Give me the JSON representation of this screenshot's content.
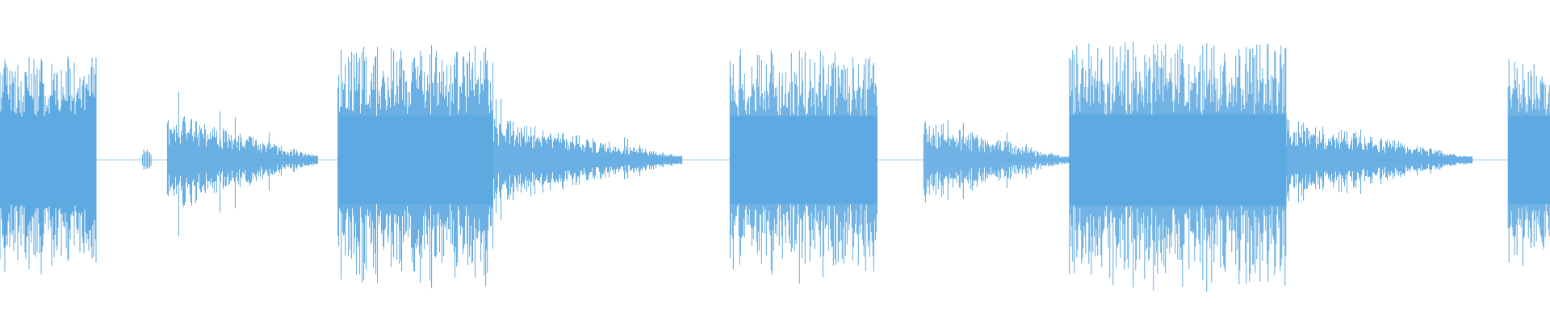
{
  "waveform": {
    "color": "#5DA9E1",
    "background": "#FFFFFF",
    "segments": [
      {
        "start": 0.0,
        "end": 0.062,
        "peak": 0.68,
        "body": 0.3,
        "type": "dense"
      },
      {
        "start": 0.092,
        "end": 0.098,
        "peak": 0.07,
        "body": 0.02,
        "type": "blip"
      },
      {
        "start": 0.108,
        "end": 0.205,
        "peak": 0.32,
        "body": 0.1,
        "type": "decay"
      },
      {
        "start": 0.218,
        "end": 0.318,
        "peak": 0.75,
        "body": 0.32,
        "type": "dense"
      },
      {
        "start": 0.318,
        "end": 0.44,
        "peak": 0.28,
        "body": 0.1,
        "type": "decay"
      },
      {
        "start": 0.471,
        "end": 0.566,
        "peak": 0.72,
        "body": 0.32,
        "type": "dense"
      },
      {
        "start": 0.596,
        "end": 0.69,
        "peak": 0.26,
        "body": 0.07,
        "type": "decay"
      },
      {
        "start": 0.69,
        "end": 0.83,
        "peak": 0.77,
        "body": 0.33,
        "type": "dense"
      },
      {
        "start": 0.83,
        "end": 0.95,
        "peak": 0.27,
        "body": 0.09,
        "type": "decay"
      },
      {
        "start": 0.973,
        "end": 1.0,
        "peak": 0.7,
        "body": 0.32,
        "type": "dense"
      }
    ]
  }
}
